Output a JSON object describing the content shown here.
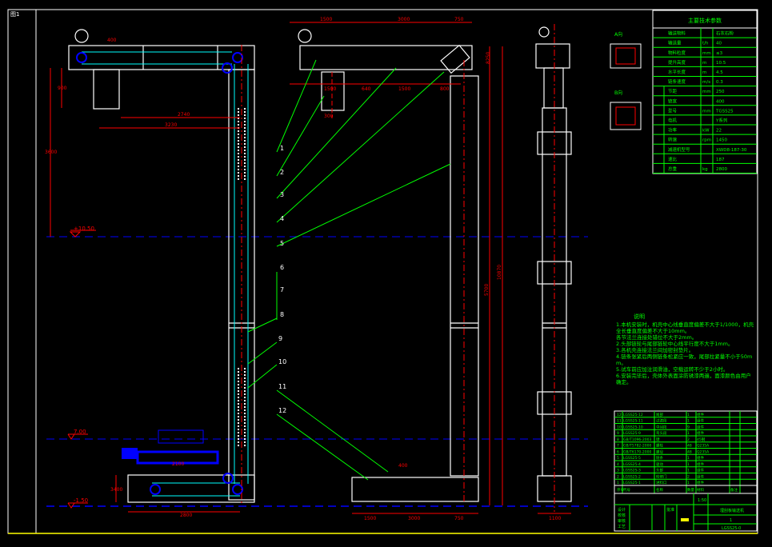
{
  "corner_label": "图1",
  "levels": {
    "top": "+10.50",
    "mid": "7.00",
    "bottom": "-1.50"
  },
  "colors": {
    "outline": "#ffffff",
    "dimension": "#ff0000",
    "leader": "#00ff00",
    "level_line": "#0000ff",
    "chain": "#00ffff",
    "frame_accent": "#ffff00"
  },
  "left_view": {
    "dims": [
      "2740",
      "3230",
      "900",
      "3600",
      "2800",
      "3400",
      "400",
      "2100"
    ]
  },
  "front_view": {
    "dims_top": [
      "1500",
      "3000",
      "750"
    ],
    "dims_under": [
      "1500",
      "640",
      "1500",
      "800",
      "300"
    ],
    "dims_side": [
      "5700",
      "10870",
      "8250"
    ],
    "dims_bottom": [
      "1500",
      "3000",
      "750",
      "400"
    ],
    "callouts": [
      "1",
      "2",
      "3",
      "4",
      "5",
      "6",
      "7",
      "8",
      "9",
      "10",
      "11",
      "12"
    ]
  },
  "side_view": {
    "dims": [
      "1100"
    ]
  },
  "small_views": {
    "a": "A向",
    "b": "B向"
  },
  "spec_table": {
    "title": "主要技术参数",
    "rows": [
      [
        "输送物料",
        "",
        "石灰石粉"
      ],
      [
        "输送量",
        "t/h",
        "40"
      ],
      [
        "物料粒度",
        "mm",
        "≤3"
      ],
      [
        "提升高度",
        "m",
        "10.5"
      ],
      [
        "水平长度",
        "m",
        "4.5"
      ],
      [
        "链条速度",
        "m/s",
        "0.3"
      ],
      [
        "节距",
        "mm",
        "250"
      ],
      [
        "链宽",
        "",
        "400"
      ],
      [
        "型号",
        "mm",
        "TGSS25"
      ],
      [
        "电机",
        "",
        "Y系列"
      ],
      [
        "功率",
        "kW",
        "22"
      ],
      [
        "转速",
        "rpm",
        "1450"
      ],
      [
        "减速机型号",
        "",
        "XWD8-187-30"
      ],
      [
        "速比",
        "",
        "187"
      ],
      [
        "总重",
        "kg",
        "2800"
      ]
    ]
  },
  "notes": {
    "title": "说明",
    "lines": [
      "1.本机安装时，机壳中心线垂直度偏差不大于1/1000，机壳全长垂直度偏差不大于10mm。",
      "各节法兰连接处错位不大于2mm。",
      "2.头部链轮与尾部链轮中心线平行度不大于1mm。",
      "3.各机壳连接法兰间加密封垫片。",
      "4.链条张紧后两侧链条松紧应一致，尾部拉紧量不小于50mm。",
      "5.试车前应加注润滑油，空载运转不少于2小时。",
      "6.安装完毕后，壳体外表面涂防锈漆两遍，面漆颜色由用户确定。"
    ]
  },
  "parts_list": {
    "rows": [
      [
        "12",
        "LGSS25-12",
        "尾部",
        "1",
        "组件",
        ""
      ],
      [
        "11",
        "LGSS25-11",
        "过渡段",
        "1",
        "组件",
        ""
      ],
      [
        "10",
        "LGSS25-10",
        "中间段",
        "9",
        "组件",
        ""
      ],
      [
        "9",
        "LGSS25-9",
        "弯头段",
        "1",
        "组件",
        ""
      ],
      [
        "8",
        "GB/T1096-2003",
        "键",
        "2",
        "45钢",
        ""
      ],
      [
        "7",
        "GB/T5782-2000",
        "螺栓",
        "48",
        "Q235A",
        ""
      ],
      [
        "6",
        "GB/T6170-2000",
        "螺母",
        "48",
        "Q235A",
        ""
      ],
      [
        "5",
        "LGSS25-5",
        "链条",
        "1",
        "组件",
        ""
      ],
      [
        "4",
        "LGSS25-4",
        "驱动",
        "1",
        "组件",
        ""
      ],
      [
        "3",
        "LGSS25-3",
        "头部",
        "1",
        "组件",
        ""
      ],
      [
        "2",
        "LGSS25-2",
        "检修门",
        "2",
        "组件",
        ""
      ],
      [
        "1",
        "LGSS25-1",
        "进料口",
        "1",
        "组件",
        ""
      ]
    ],
    "header": [
      "序号",
      "代号",
      "名称",
      "数量",
      "材料",
      "备注"
    ]
  },
  "title_block": {
    "drawing_name": "埋刮板输送机",
    "scale": "1:50",
    "drawing_no": "LGSS25-0",
    "sheet": "1",
    "labels": [
      "设计",
      "校核",
      "审核",
      "工艺",
      "批准"
    ]
  }
}
